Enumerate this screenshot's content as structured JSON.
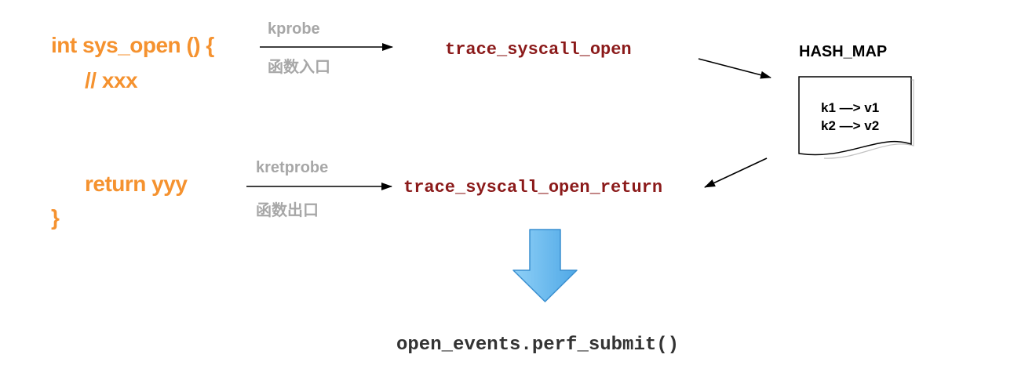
{
  "code": {
    "signature": "int sys_open () {",
    "comment": "// xxx",
    "return_stmt": "return yyy",
    "close_brace": "}"
  },
  "probes": {
    "entry": {
      "name": "kprobe",
      "description": "函数入口"
    },
    "exit": {
      "name": "kretprobe",
      "description": "函数出口"
    }
  },
  "handlers": {
    "entry_handler": "trace_syscall_open",
    "exit_handler": "trace_syscall_open_return"
  },
  "hash_map": {
    "title": "HASH_MAP",
    "entries": [
      "k1 —> v1",
      "k2 —> v2"
    ]
  },
  "output": {
    "call": "open_events.perf_submit()"
  },
  "colors": {
    "code": "#f5922f",
    "probe_label": "#a7a7a7",
    "handler": "#8b1a1a",
    "arrow_fill": "#63b4ea",
    "arrow_stroke": "#3a8fd0"
  }
}
